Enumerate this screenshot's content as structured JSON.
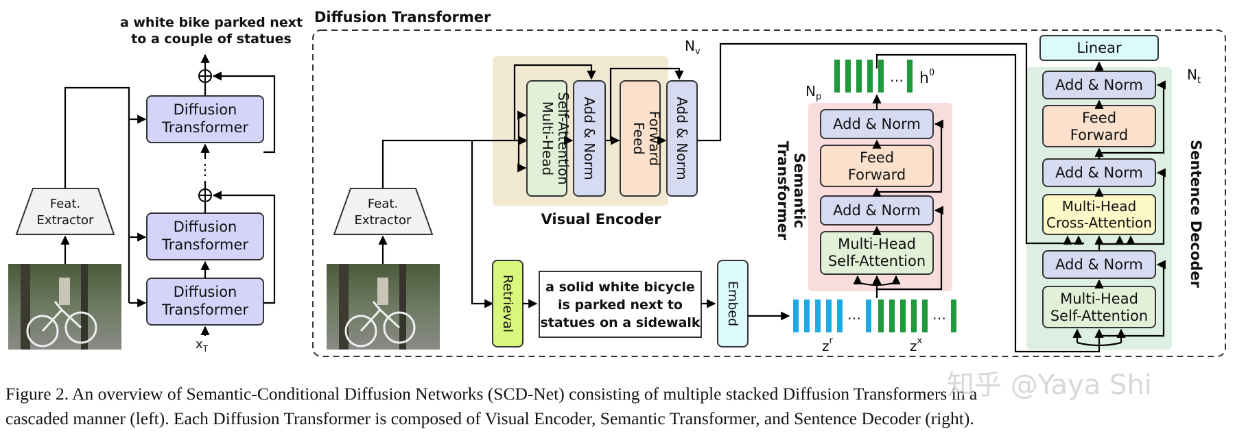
{
  "left": {
    "output_caption_1": "a white bike parked next",
    "output_caption_2": "to a couple of statues",
    "dt_line1": "Diffusion",
    "dt_line2": "Transformer",
    "feat_1": "Feat.",
    "feat_2": "Extractor",
    "input_label": "x",
    "input_sub": "T",
    "dots": "⋮"
  },
  "right": {
    "frame_title": "Diffusion Transformer",
    "nv": "N",
    "nv_sub": "v",
    "np": "N",
    "np_sub": "p",
    "nt": "N",
    "nt_sub": "t",
    "mhsa_1": "Multi-Head",
    "mhsa_2": "Self-Attention",
    "add_norm": "Add & Norm",
    "ff_1": "Feed",
    "ff_2": "Forward",
    "visual_encoder": "Visual Encoder",
    "semantic_1": "Semantic",
    "semantic_2": "Transformer",
    "sentence_decoder": "Sentence Decoder",
    "linear": "Linear",
    "mhca_1": "Multi-Head",
    "mhca_2": "Cross-Attention",
    "retrieval": "Retrieval",
    "sentence_1": "a solid white bicycle",
    "sentence_2": "is parked next to",
    "sentence_3": "statues on a sidewalk",
    "embed": "Embed",
    "h0": "h",
    "h0_sup": "0",
    "zr": "z",
    "zr_sup": "r",
    "zx": "z",
    "zx_sup": "x",
    "ellipsis": "…",
    "feat_1": "Feat.",
    "feat_2": "Extractor"
  },
  "caption": {
    "line1": "Figure 2. An overview of Semantic-Conditional Diffusion Networks (SCD-Net) consisting of multiple stacked Diffusion Transformers in a",
    "line2": "cascaded manner (left). Each Diffusion Transformer is composed of Visual Encoder, Semantic Transformer, and Sentence Decoder (right)."
  },
  "watermark": "知乎 @Yaya Shi",
  "colors": {
    "dt_block": "#d4d4fa",
    "add_norm": "#d6dbf2",
    "feed_forward": "#fbe1cc",
    "mhsa": "#e3f0d8",
    "mhca": "#fdf8c8",
    "linear": "#dcfafc",
    "retrieval": "#d9f77c",
    "embed": "#dcfafc",
    "visual_encoder_bg": "#f1e8d2",
    "semantic_bg": "#f9dcdc",
    "decoder_bg": "#dcefe2",
    "token_blue": "#1ea9e0",
    "token_green": "#1f9a3a"
  }
}
